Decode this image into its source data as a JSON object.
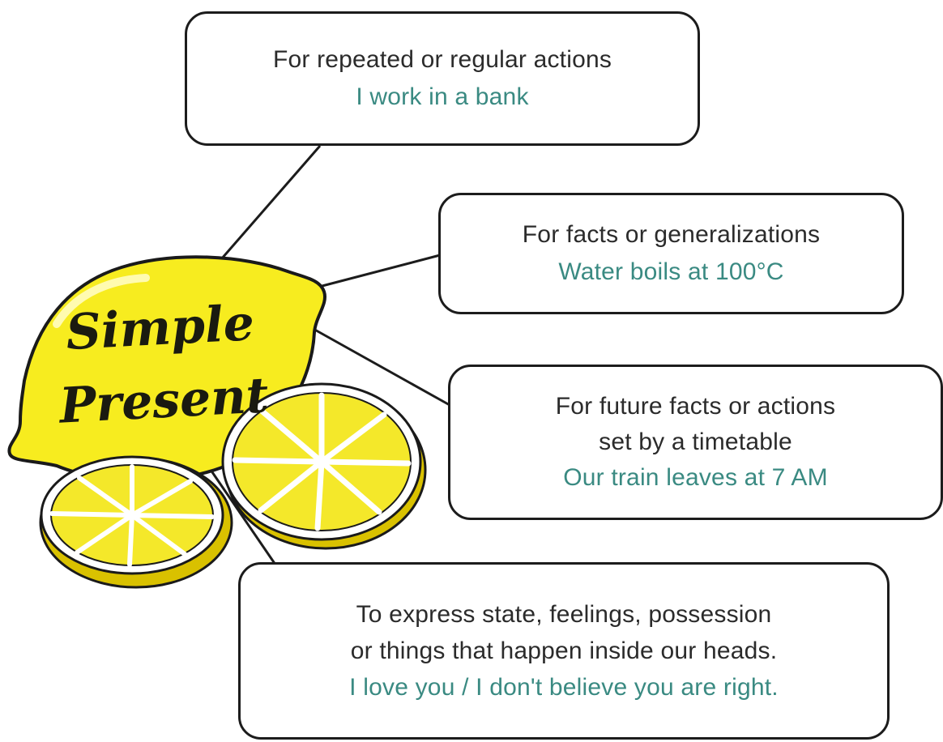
{
  "title": {
    "line1": "Simple",
    "line2": "Present"
  },
  "uses": [
    {
      "lines": [
        "For repeated or regular actions"
      ],
      "example": "I work in a bank"
    },
    {
      "lines": [
        "For facts or generalizations"
      ],
      "example": "Water boils at 100°C"
    },
    {
      "lines": [
        "For future facts or actions",
        "set by a timetable"
      ],
      "example": "Our train leaves at 7 AM"
    },
    {
      "lines": [
        "To express state, feelings, possession",
        "or things that happen inside our heads."
      ],
      "example": "I love you / I don't believe you are right."
    }
  ],
  "colors": {
    "lemon": "#f7ec1f",
    "lemon_outline": "#1a1a1a",
    "example_text": "#3a8a82",
    "text": "#2b2b2b"
  }
}
